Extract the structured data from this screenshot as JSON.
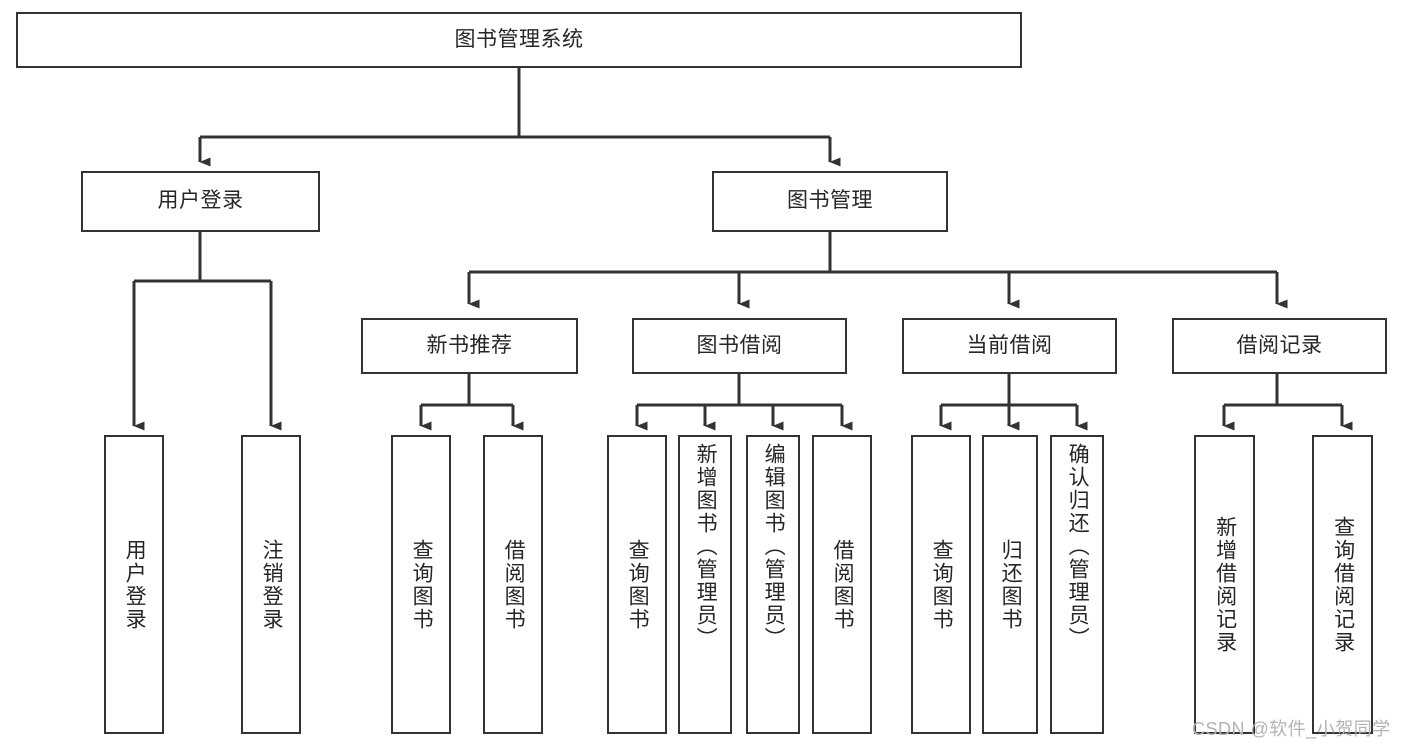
{
  "diagram": {
    "title": "图书管理系统",
    "watermark": "CSDN @软件_小贺同学",
    "line_color": "#333333",
    "box_border_color": "#333333",
    "box_fill_color": "#ffffff",
    "text_color": "#262626",
    "watermark_color": "#b3b3b3",
    "levels": {
      "root": {
        "label": "图书管理系统"
      },
      "level2": [
        {
          "label": "用户登录"
        },
        {
          "label": "图书管理"
        }
      ],
      "level3": [
        {
          "label": "新书推荐"
        },
        {
          "label": "图书借阅"
        },
        {
          "label": "当前借阅"
        },
        {
          "label": "借阅记录"
        }
      ],
      "leaves": [
        {
          "label": "用户登录",
          "parent": "用户登录"
        },
        {
          "label": "注销登录",
          "parent": "用户登录"
        },
        {
          "label": "查询图书",
          "parent": "新书推荐"
        },
        {
          "label": "借阅图书",
          "parent": "新书推荐"
        },
        {
          "label": "查询图书",
          "parent": "图书借阅"
        },
        {
          "label": "新增图书（管理员）",
          "parent": "图书借阅"
        },
        {
          "label": "编辑图书（管理员）",
          "parent": "图书借阅"
        },
        {
          "label": "借阅图书",
          "parent": "图书借阅"
        },
        {
          "label": "查询图书",
          "parent": "当前借阅"
        },
        {
          "label": "归还图书",
          "parent": "当前借阅"
        },
        {
          "label": "确认归还（管理员）",
          "parent": "当前借阅"
        },
        {
          "label": "新增借阅记录",
          "parent": "借阅记录"
        },
        {
          "label": "查询借阅记录",
          "parent": "借阅记录"
        }
      ]
    }
  }
}
